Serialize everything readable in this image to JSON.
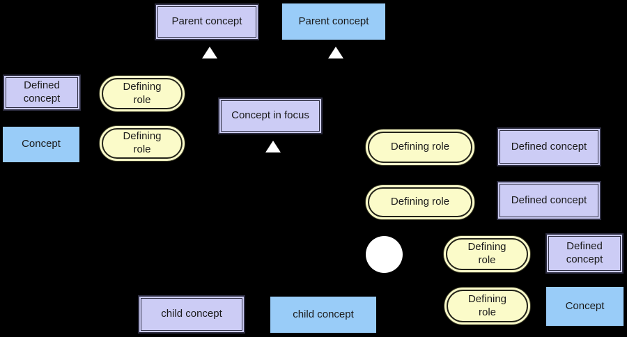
{
  "nodes": {
    "parent_defined": {
      "label": "Parent concept"
    },
    "parent_primitive": {
      "label": "Parent concept"
    },
    "left_defined_concept": {
      "label": "Defined concept"
    },
    "left_defining_role_1": {
      "label": "Defining role"
    },
    "left_concept": {
      "label": "Concept"
    },
    "left_defining_role_2": {
      "label": "Defining role"
    },
    "focus": {
      "label": "Concept in focus"
    },
    "right_defining_role_1": {
      "label": "Defining role"
    },
    "right_defined_concept_1": {
      "label": "Defined concept"
    },
    "right_defining_role_2": {
      "label": "Defining role"
    },
    "right_defined_concept_2": {
      "label": "Defined concept"
    },
    "right_defining_role_3": {
      "label": "Defining role"
    },
    "right_defined_concept_3": {
      "label": "Defined concept"
    },
    "right_defining_role_4": {
      "label": "Defining role"
    },
    "right_concept": {
      "label": "Concept"
    },
    "child_defined": {
      "label": "child concept"
    },
    "child_primitive": {
      "label": "child concept"
    }
  },
  "icons": {
    "isa_triangle": "▲",
    "conjunction_circle": "●"
  },
  "colors": {
    "background": "#000000",
    "defined_concept_fill": "#ccccf5",
    "primitive_concept_fill": "#99ccf8",
    "defining_role_fill": "#fbfbc9",
    "box_border": "#2e2e42",
    "stadium_border": "#24241a",
    "isa_triangle": "#ffffff",
    "conjunction_circle": "#ffffff",
    "text": "#1a1a1a"
  }
}
